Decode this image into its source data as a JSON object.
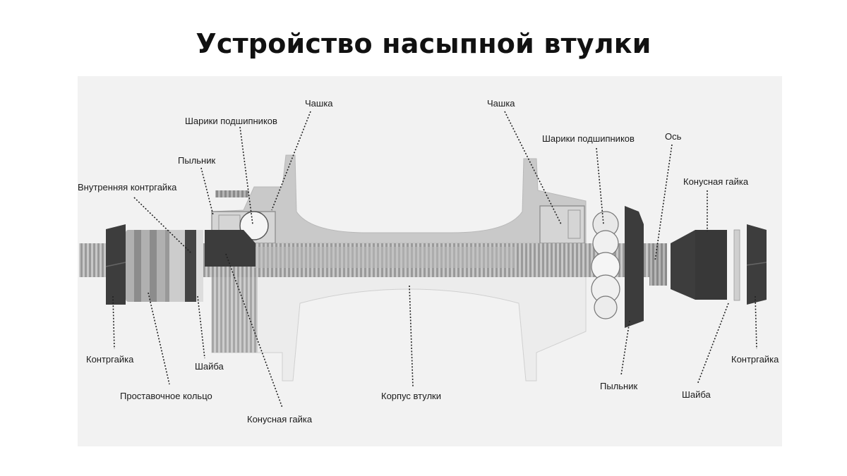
{
  "title": "Устройство насыпной втулки",
  "labels": {
    "cup_left": "Чашка",
    "cup_right": "Чашка",
    "balls_left": "Шарики подшипников",
    "balls_right": "Шарики подшипников",
    "dust_cap_left": "Пыльник",
    "dust_cap_right": "Пыльник",
    "inner_locknut": "Внутренняя контргайка",
    "axle": "Ось",
    "cone_nut_right": "Конусная гайка",
    "cone_nut_left": "Конусная гайка",
    "locknut_left": "Контргайка",
    "locknut_right": "Контргайка",
    "washer_left": "Шайба",
    "washer_right": "Шайба",
    "spacer_ring": "Проставочное кольцо",
    "hub_body": "Корпус втулки"
  },
  "colors": {
    "background": "#f2f2f2",
    "hub_light": "#e8e8e8",
    "hub_mid": "#c4c4c4",
    "part_dark": "#3c3c3c",
    "thread": "#a8a8a8"
  }
}
